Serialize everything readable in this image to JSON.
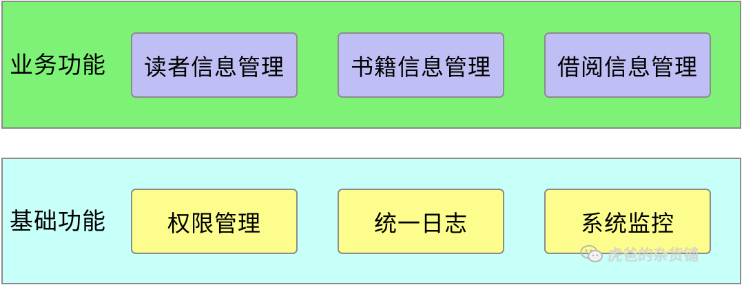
{
  "business_layer": {
    "label": "业务功能",
    "modules": [
      {
        "label": "读者信息管理"
      },
      {
        "label": "书籍信息管理"
      },
      {
        "label": "借阅信息管理"
      }
    ]
  },
  "base_layer": {
    "label": "基础功能",
    "modules": [
      {
        "label": "权限管理"
      },
      {
        "label": "统一日志"
      },
      {
        "label": "系统监控"
      }
    ]
  },
  "colors": {
    "business_bg": "#7df277",
    "base_bg": "#c7fff9",
    "business_module": "#c0bff5",
    "base_module": "#fdfd8d",
    "border": "#8a8a8a"
  },
  "watermark": {
    "icon": "wechat-icon",
    "text": "虎爸的杂货铺"
  }
}
